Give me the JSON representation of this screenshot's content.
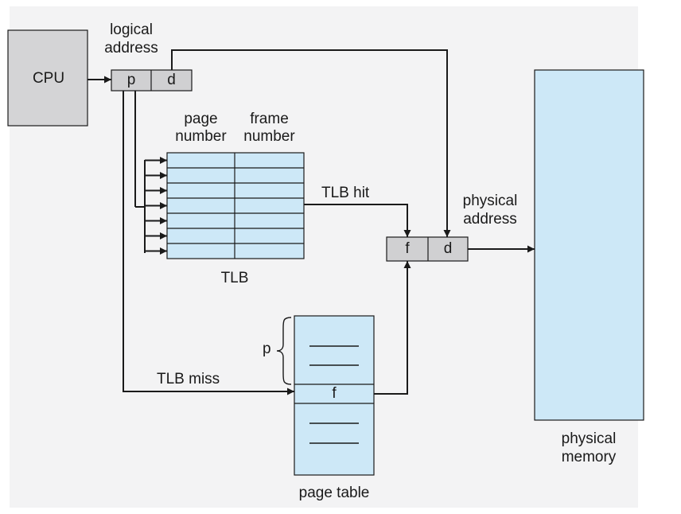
{
  "diagram": {
    "cpu_label": "CPU",
    "logical_address_label": [
      "logical",
      "address"
    ],
    "logical_fields": {
      "page": "p",
      "offset": "d"
    },
    "tlb": {
      "col1_header": [
        "page",
        "number"
      ],
      "col2_header": [
        "frame",
        "number"
      ],
      "caption": "TLB",
      "rows": 7
    },
    "tlb_hit_label": "TLB hit",
    "tlb_miss_label": "TLB miss",
    "physical_address_label": [
      "physical",
      "address"
    ],
    "physical_fields": {
      "frame": "f",
      "offset": "d"
    },
    "page_table": {
      "caption": "page table",
      "index_label": "p",
      "entry_label": "f"
    },
    "physical_memory_label": [
      "physical",
      "memory"
    ]
  },
  "colors": {
    "background": "#f3f3f4",
    "cpu_fill": "#d4d4d6",
    "register_fill": "#d0d0d2",
    "tlb_fill": "#cde8f7",
    "memory_fill": "#cde8f7",
    "line": "#1a1a1a"
  }
}
